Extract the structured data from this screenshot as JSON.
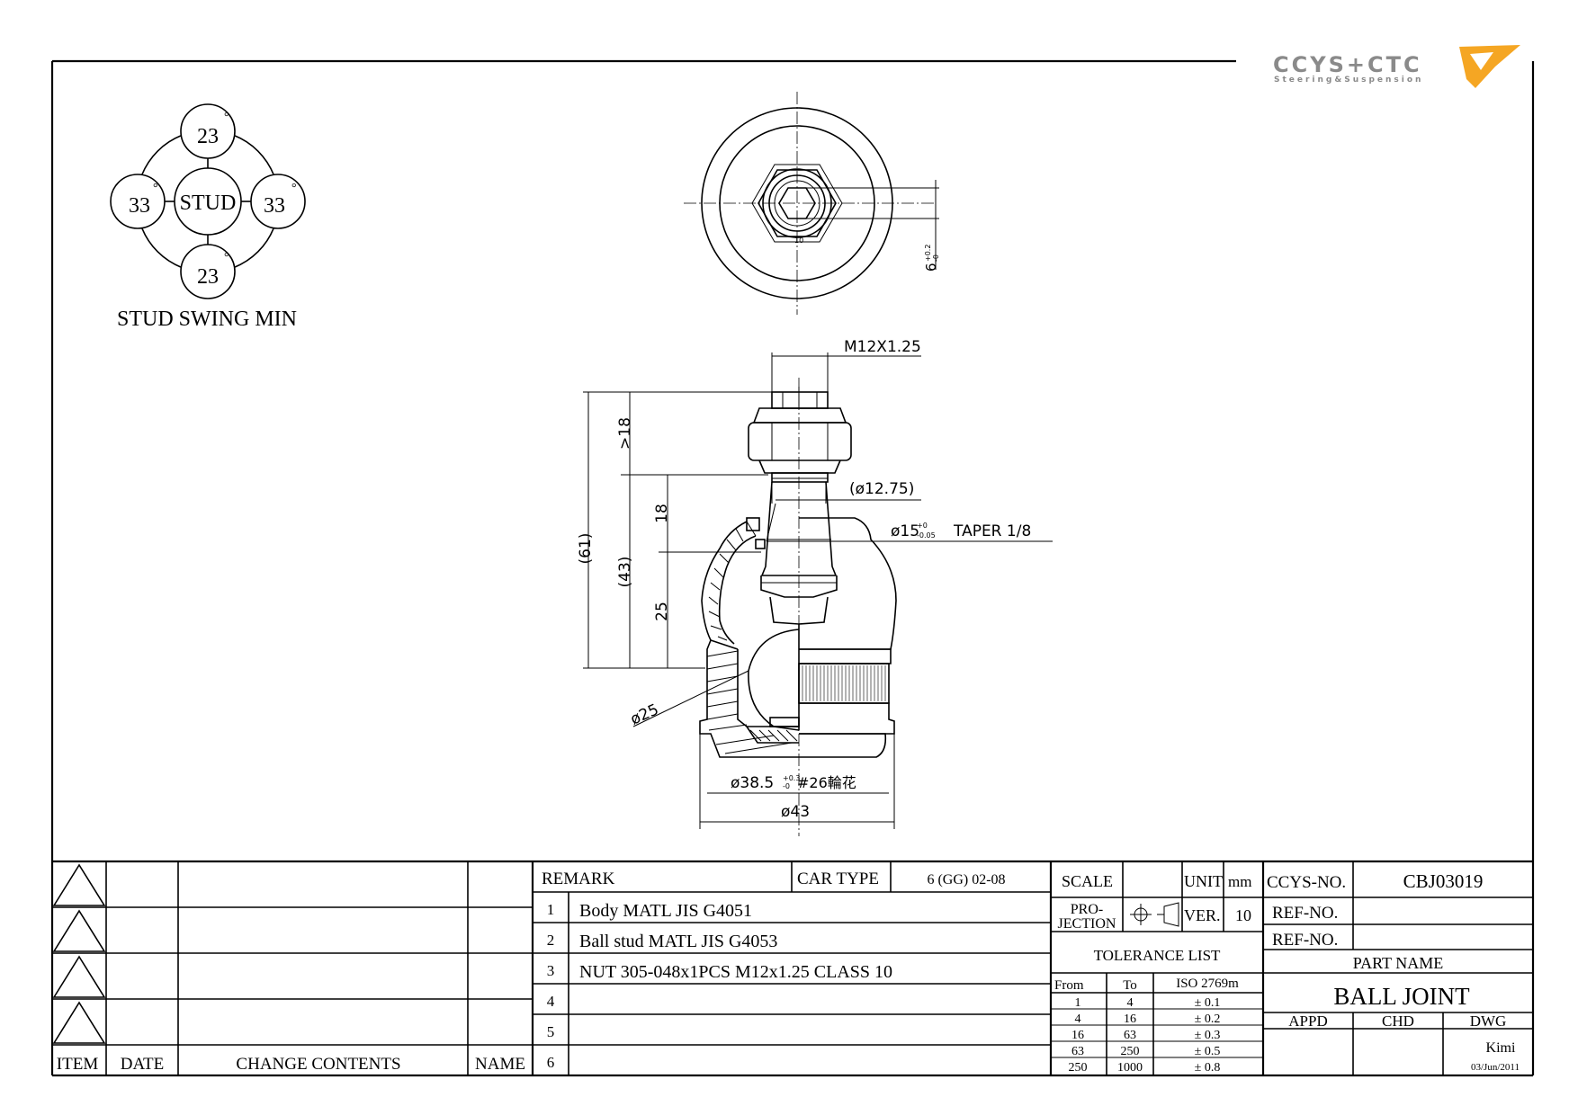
{
  "logo": {
    "text": "CCYS+CTC",
    "tagline": "Steering&Suspension",
    "accent_color": "#f5a623",
    "text_color": "#8a8a8a"
  },
  "swing": {
    "center_label": "STUD",
    "top": "23",
    "bottom": "23",
    "left": "33",
    "right": "33",
    "degree_symbol": "°",
    "caption": "STUD SWING MIN"
  },
  "dimensions": {
    "thread": "M12X1.25",
    "d_taper_small": "(ø12.75)",
    "d_taper_main": "ø15",
    "d_taper_tol_upper": "+0",
    "d_taper_tol_lower": "-0.05",
    "taper": "TAPER 1/8",
    "len_top": ">18",
    "len_total": "(61)",
    "len_43": "(43)",
    "len_18": "18",
    "len_25": "25",
    "ball_dia": "ø25",
    "knurl_dia": "ø38.5",
    "knurl_tol_upper": "+0.3",
    "knurl_tol_lower": "-0",
    "knurl_note": "#26輪花",
    "body_dia": "ø43",
    "hex_width": "6",
    "hex_tol_upper": "+0.2",
    "hex_tol_lower": "-0",
    "hex_small": "10"
  },
  "revisions": {
    "headers": [
      "ITEM",
      "DATE",
      "CHANGE CONTENTS",
      "NAME"
    ]
  },
  "remarks": {
    "header": "REMARK",
    "car_type_label": "CAR TYPE",
    "car_type_value": "6 (GG) 02-08",
    "items": [
      {
        "no": "1",
        "text": "Body MATL JIS G4051"
      },
      {
        "no": "2",
        "text": "Ball stud MATL JIS G4053"
      },
      {
        "no": "3",
        "text": "NUT 305-048x1PCS M12x1.25 CLASS 10"
      },
      {
        "no": "4",
        "text": ""
      },
      {
        "no": "5",
        "text": ""
      },
      {
        "no": "6",
        "text": ""
      }
    ]
  },
  "specs": {
    "scale_label": "SCALE",
    "scale_value": "",
    "unit_label": "UNIT",
    "unit_value": "mm",
    "projection_label_1": "PRO-",
    "projection_label_2": "JECTION",
    "ver_label": "VER.",
    "ver_value": "10",
    "tolerance_title": "TOLERANCE LIST",
    "tolerance_headers": [
      "From",
      "To",
      "ISO 2769m"
    ],
    "tolerance_rows": [
      [
        "1",
        "4",
        "± 0.1"
      ],
      [
        "4",
        "16",
        "± 0.2"
      ],
      [
        "16",
        "63",
        "± 0.3"
      ],
      [
        "63",
        "250",
        "± 0.5"
      ],
      [
        "250",
        "1000",
        "± 0.8"
      ]
    ]
  },
  "title_block": {
    "ccys_label": "CCYS-NO.",
    "ccys_value": "CBJ03019",
    "ref1_label": "REF-NO.",
    "ref1_value": "",
    "ref2_label": "REF-NO.",
    "ref2_value": "",
    "part_name_label": "PART NAME",
    "part_name": "BALL JOINT",
    "appd": "APPD",
    "chd": "CHD",
    "dwg": "DWG",
    "drawn_by": "Kimi",
    "date": "03/Jun/2011"
  }
}
